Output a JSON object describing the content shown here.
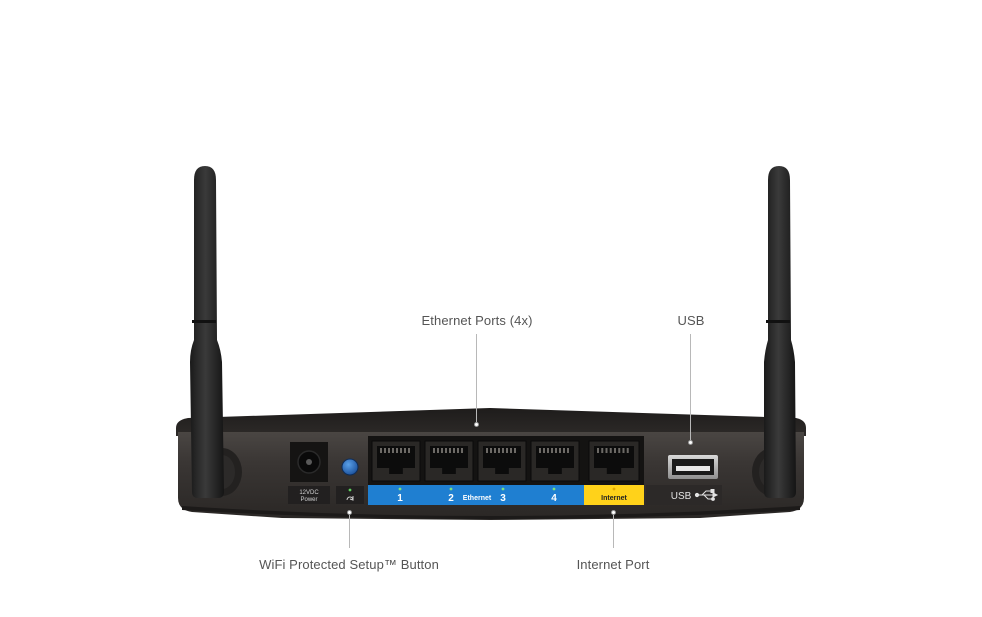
{
  "callouts": {
    "ethernet_ports": "Ethernet Ports (4x)",
    "usb": "USB",
    "wps_button": "WiFi Protected Setup™ Button",
    "internet_port": "Internet Port"
  },
  "router_labels": {
    "power_line1": "12VDC",
    "power_line2": "Power",
    "port_1": "1",
    "port_2": "2",
    "ethernet": "Ethernet",
    "port_3": "3",
    "port_4": "4",
    "internet": "Internet",
    "usb": "USB"
  },
  "colors": {
    "ethernet_strip": "#1f7fd1",
    "internet_strip": "#ffd21a",
    "router_body": "#3a3634",
    "callout_text": "#555555"
  },
  "icons": {
    "wps": "wps-icon",
    "usb": "usb-trident-icon"
  }
}
